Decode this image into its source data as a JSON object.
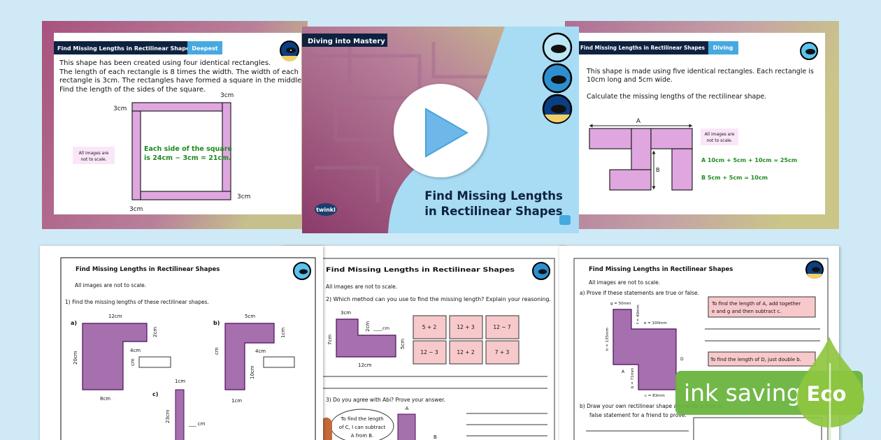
{
  "colors": {
    "background": "#cfeaf6",
    "navy": "#0e2240",
    "accent_blue": "#46a9e0",
    "shape_pink": "#dfa6df",
    "shape_purple": "#a66fae",
    "answer_green": "#1f8a1f",
    "card_pink": "#f7c9cb",
    "eco_green": "#6ab43e"
  },
  "slide_deepest": {
    "header_title": "Find Missing Lengths in Rectilinear Shapes",
    "header_badge": "Deepest",
    "icon": "submarine-deepest-icon",
    "lines": [
      "This shape has been created using four identical rectangles.",
      "The length of each rectangle is 8 times the width. The width of each",
      "rectangle is 3cm. The rectangles have formed a square in the middle.",
      "Find the length of the sides of the square."
    ],
    "labels": {
      "left": "3cm",
      "top": "3cm",
      "right": "3cm",
      "bottom": "3cm"
    },
    "answer": [
      "Each side of the square",
      "is 24cm − 3cm = 21cm."
    ],
    "note": [
      "All images are",
      "not to scale."
    ]
  },
  "slide_title": {
    "tag": "Diving into Mastery",
    "title": [
      "Find Missing Lengths",
      "in Rectilinear Shapes"
    ],
    "logo": "twinkl",
    "icons": [
      "submarine-diving-icon",
      "submarine-deeper-icon",
      "submarine-deepest-icon",
      "play-icon"
    ]
  },
  "slide_diving": {
    "header_title": "Find Missing Lengths in Rectilinear Shapes",
    "header_badge": "Diving",
    "lines": [
      "This shape is made using five identical rectangles. Each rectangle is",
      "10cm long and 5cm wide.",
      "Calculate the missing lengths of the rectilinear shape."
    ],
    "label_a": "A",
    "label_b": "B",
    "note": [
      "All images are",
      "not to scale."
    ],
    "answers": [
      "A 10cm + 5cm + 10cm = 25cm",
      "B 5cm + 5cm = 10cm"
    ]
  },
  "sheet1": {
    "title": "Find Missing Lengths in Rectilinear Shapes",
    "note": "All images are not to scale.",
    "question": "1) Find the missing lengths of these rectilinear shapes.",
    "a": {
      "tag": "a)",
      "top": "12cm",
      "right": "2cm",
      "inner": "4cm",
      "left": "20cm",
      "bottom": "8cm",
      "missing": "cm"
    },
    "b": {
      "tag": "b)",
      "top": "5cm",
      "right": "1cm",
      "inner": "4cm",
      "inner_v": "10cm",
      "bottom": "1cm",
      "missing": "cm"
    },
    "c": {
      "tag": "c)",
      "top": "1cm",
      "left": "23cm",
      "missing": "___ cm"
    }
  },
  "sheet2": {
    "title": "Find Missing Lengths in Rectilinear Shapes",
    "note": "All images are not to scale.",
    "question": "2) Which method can you use to find the missing length? Explain your reasoning.",
    "labels": {
      "top": "3cm",
      "step": "2cm",
      "missing": "____cm",
      "left": "7cm",
      "right": "5cm",
      "bottom": "12cm"
    },
    "options": [
      "5 + 2",
      "12 + 3",
      "12 − 7",
      "12 − 3",
      "12 + 2",
      "7 + 3"
    ],
    "question2": "3) Do you agree with Abi? Prove your answer.",
    "speech": [
      "To find the length",
      "of C, I can subtract",
      "A from B."
    ],
    "label_a": "A",
    "label_b": "B"
  },
  "sheet3": {
    "title": "Find Missing Lengths in Rectilinear Shapes",
    "note": "All images are not to scale.",
    "question": "a) Prove if these statements are true or false.",
    "labels": {
      "g": "g = 50mm",
      "f": "f = 40mm",
      "e": "e = 100mm",
      "h": "h = 135mm",
      "a": "A",
      "d": "D",
      "b": "b = 71mm",
      "c": "c = 83mm"
    },
    "statement1": [
      "To find the length of A, add together",
      "e and g and then subtract c."
    ],
    "statement2": "To find the length of D, just double b.",
    "question_b": [
      "b) Draw your own rectilinear shape and write a true or",
      "false statement for a friend to prove."
    ]
  },
  "badge": {
    "text": "ink saving",
    "eco": "Eco"
  }
}
